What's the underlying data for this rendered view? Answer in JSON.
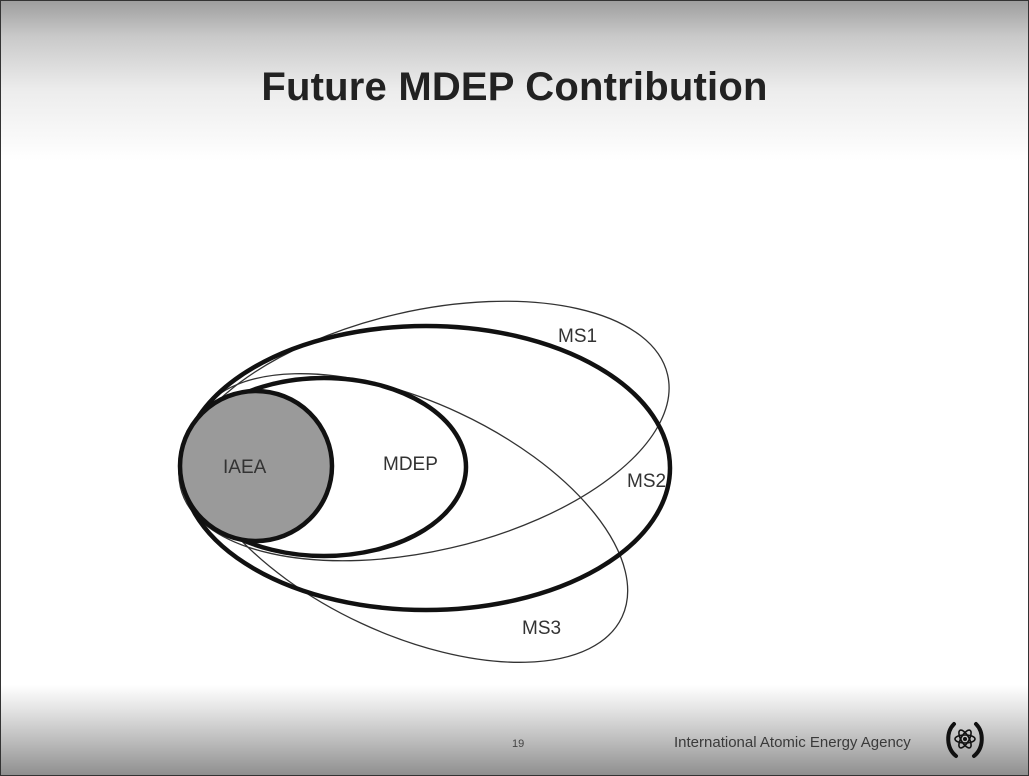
{
  "slide": {
    "title": "Future MDEP Contribution",
    "page_number": "19",
    "organization": "International  Atomic Energy Agency",
    "logo_icon": "iaea-logo-icon"
  },
  "diagram": {
    "sets": [
      {
        "id": "iaea",
        "label": "IAEA",
        "filled": true,
        "fill_color": "#9a9a9a"
      },
      {
        "id": "mdep",
        "label": "MDEP",
        "filled": false
      },
      {
        "id": "ms1",
        "label": "MS1",
        "filled": false
      },
      {
        "id": "ms2",
        "label": "MS2",
        "filled": false
      },
      {
        "id": "ms3",
        "label": "MS3",
        "filled": false
      }
    ]
  }
}
